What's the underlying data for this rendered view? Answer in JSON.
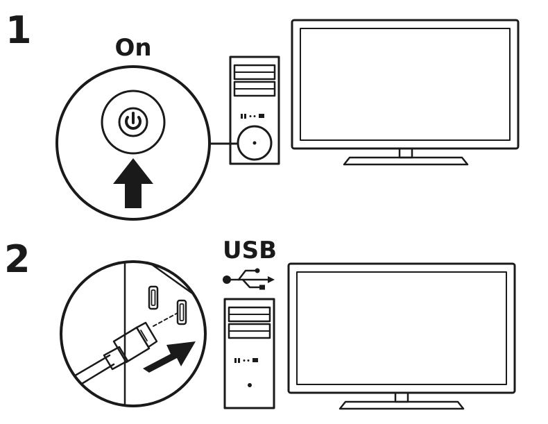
{
  "steps": [
    {
      "number": "1",
      "label": "On"
    },
    {
      "number": "2",
      "label": "USB"
    }
  ],
  "icons": {
    "power": "power-icon",
    "usb": "usb-icon",
    "arrow_up": "arrow-up-icon",
    "arrow_insert": "arrow-right-icon"
  },
  "colors": {
    "stroke": "#1a1a1a",
    "fill": "#ffffff"
  }
}
